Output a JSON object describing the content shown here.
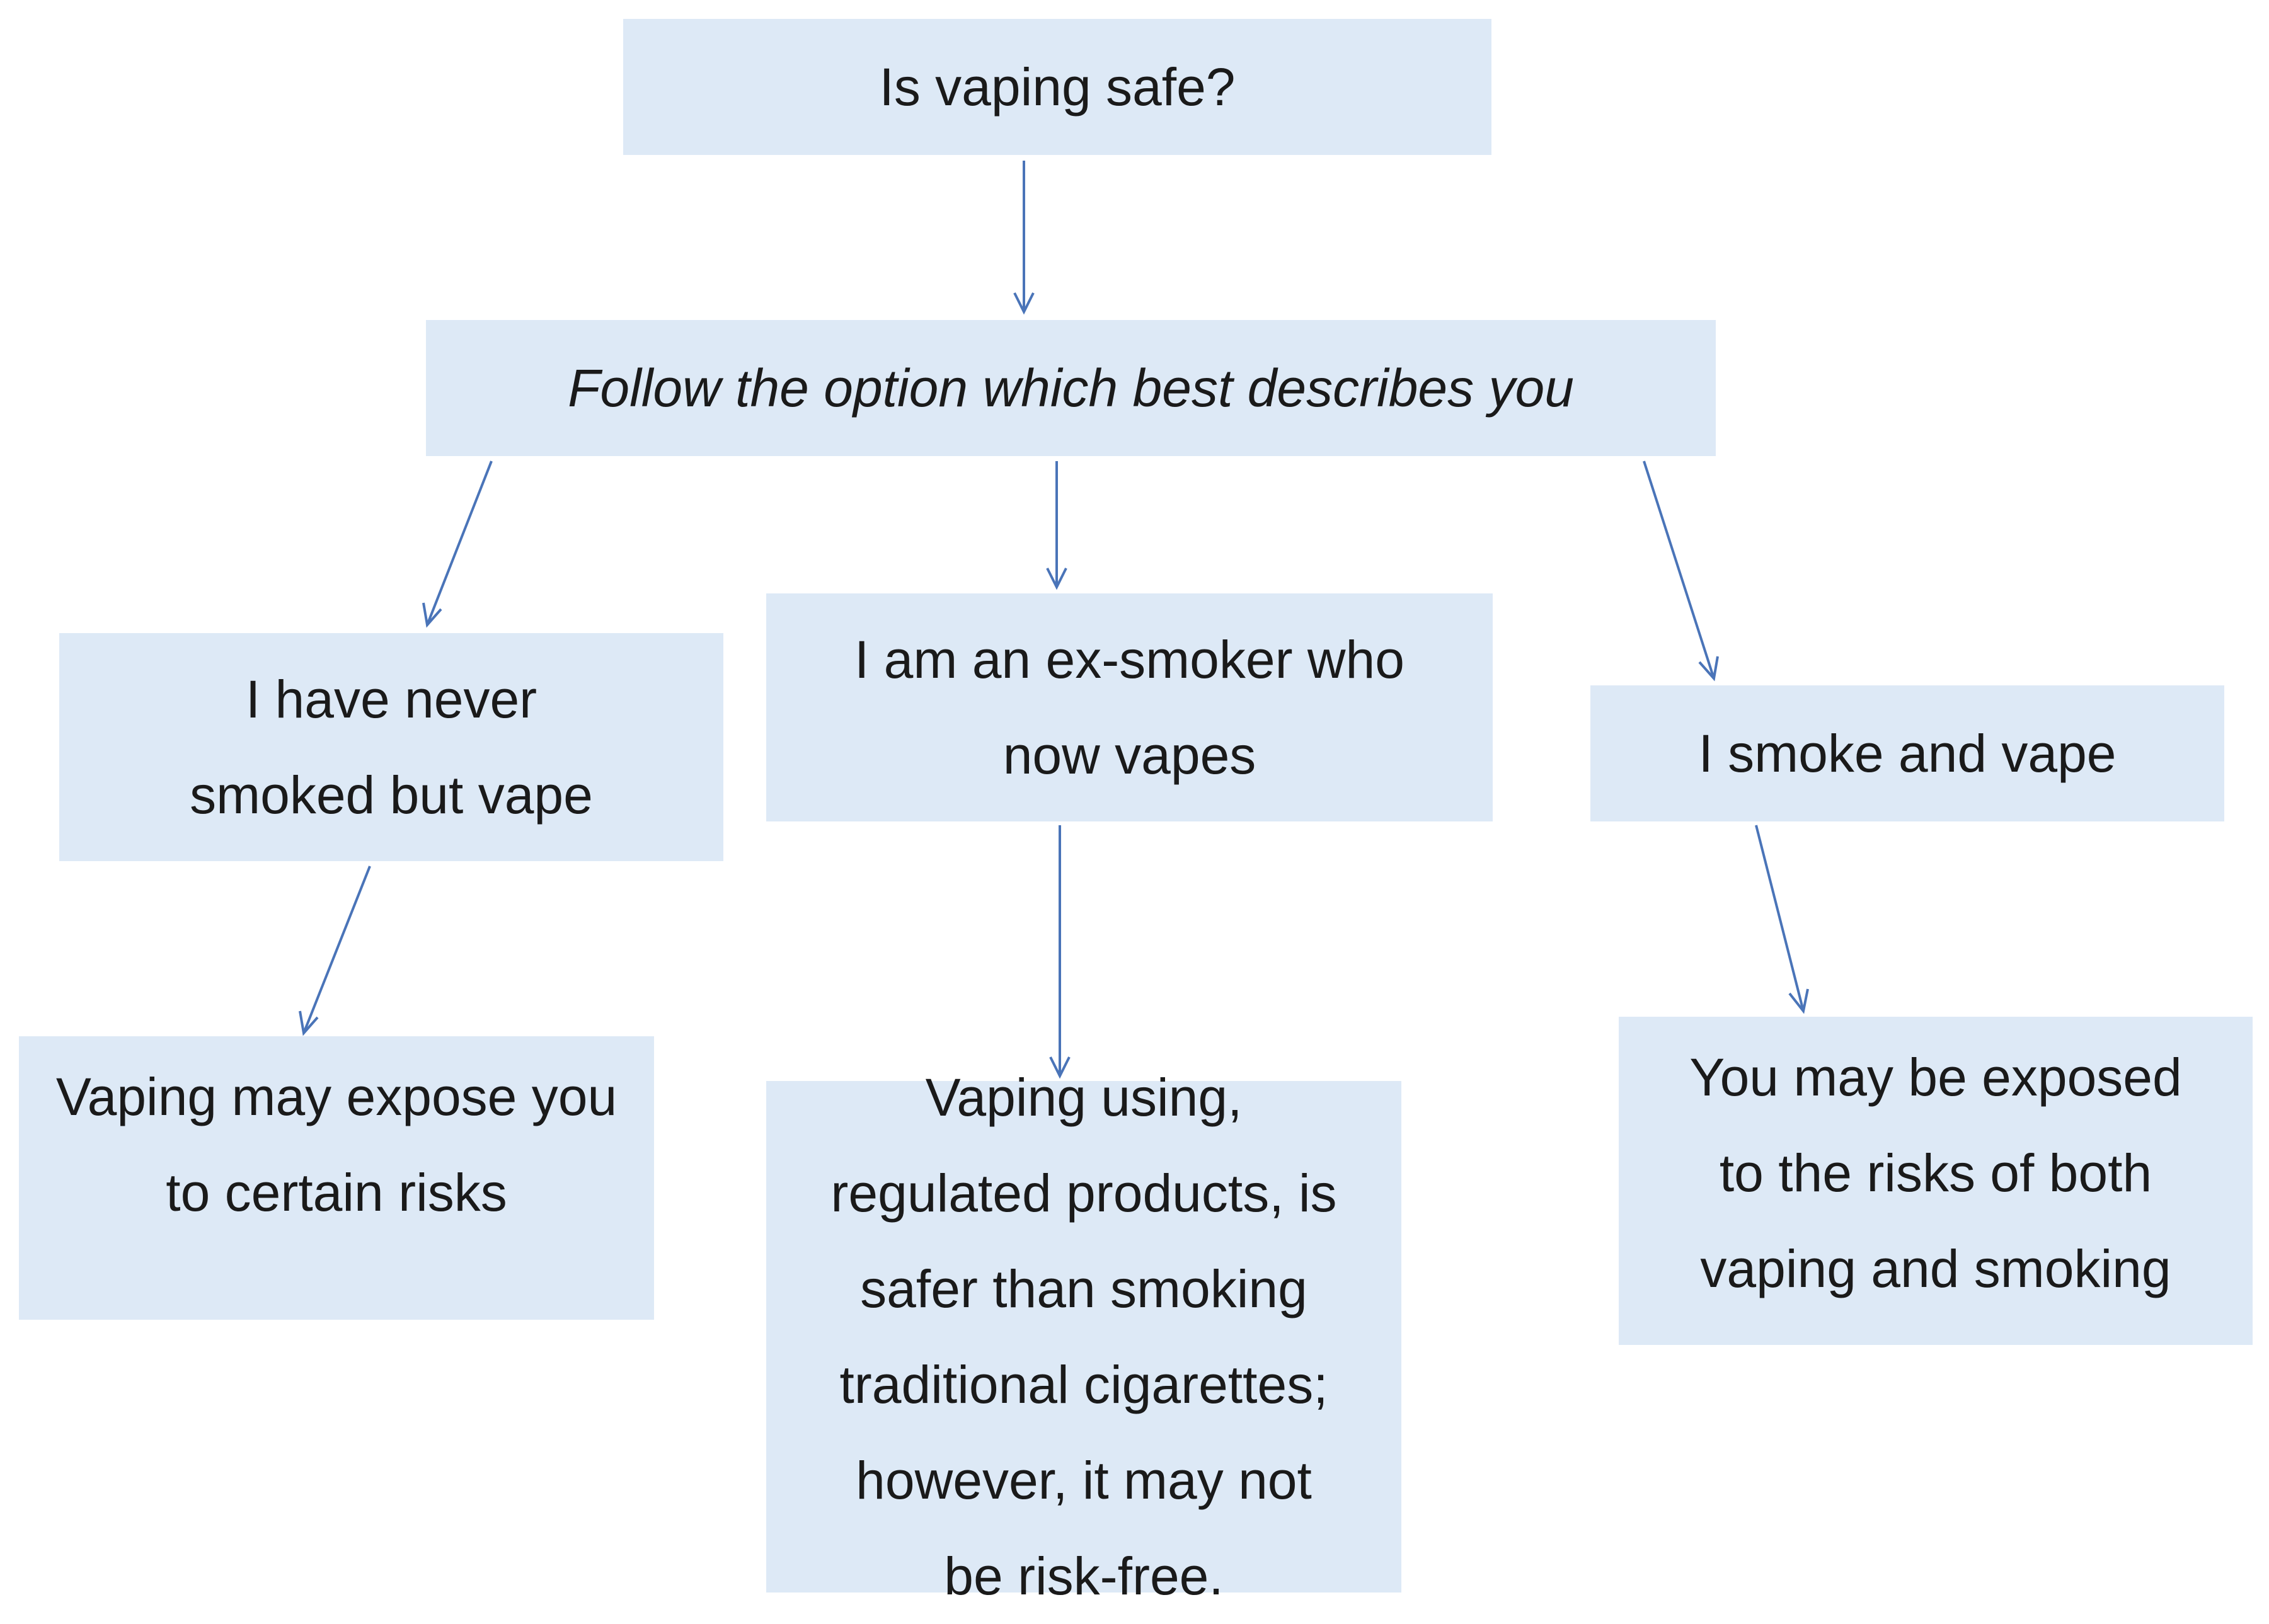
{
  "diagram": {
    "question": "Is vaping safe?",
    "instruction": "Follow the option which best describes you",
    "options": [
      {
        "label": "I have never smoked but vape",
        "outcome": "Vaping may expose you to certain risks"
      },
      {
        "label": "I am an ex-smoker who now vapes",
        "outcome": "Vaping using, regulated products, is safer than smoking traditional cigarettes; however, it may not be risk-free."
      },
      {
        "label": "I smoke and vape",
        "outcome": "You may be exposed to the risks of both vaping and smoking"
      }
    ],
    "colors": {
      "box_fill": "#dde9f6",
      "connector": "#4a74b8",
      "text": "#1a1a1a"
    }
  }
}
